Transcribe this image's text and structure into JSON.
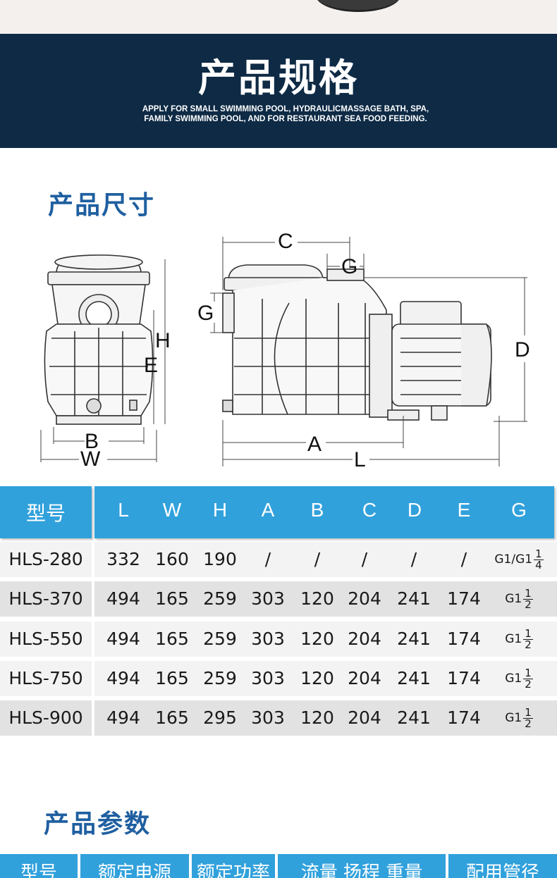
{
  "banner": {
    "title": "产品规格",
    "subtitle": "APPLY FOR SMALL SWIMMING POOL, HYDRAULICMASSAGE BATH, SPA, FAMILY SWIMMING POOL, AND FOR RESTAURANT SEA FOOD FEEDING."
  },
  "dimensions_section": {
    "title": "产品尺寸",
    "front_labels": {
      "h": "H",
      "e": "E",
      "b": "B",
      "w": "W"
    },
    "side_labels": {
      "c": "C",
      "g_top": "G",
      "g_left": "G",
      "d": "D",
      "a": "A",
      "l": "L"
    }
  },
  "spec_table": {
    "model_header": "型号",
    "columns": [
      "L",
      "W",
      "H",
      "A",
      "B",
      "C",
      "D",
      "E",
      "G"
    ],
    "rows": [
      {
        "model": "HLS-280",
        "values": [
          "332",
          "160",
          "190",
          "/",
          "/",
          "/",
          "/",
          "/"
        ],
        "g_prefix": "G1/G1",
        "g_num": "1",
        "g_den": "4"
      },
      {
        "model": "HLS-370",
        "values": [
          "494",
          "165",
          "259",
          "303",
          "120",
          "204",
          "241",
          "174"
        ],
        "g_prefix": "G1",
        "g_num": "1",
        "g_den": "2"
      },
      {
        "model": "HLS-550",
        "values": [
          "494",
          "165",
          "259",
          "303",
          "120",
          "204",
          "241",
          "174"
        ],
        "g_prefix": "G1",
        "g_num": "1",
        "g_den": "2"
      },
      {
        "model": "HLS-750",
        "values": [
          "494",
          "165",
          "259",
          "303",
          "120",
          "204",
          "241",
          "174"
        ],
        "g_prefix": "G1",
        "g_num": "1",
        "g_den": "2"
      },
      {
        "model": "HLS-900",
        "values": [
          "494",
          "165",
          "295",
          "303",
          "120",
          "204",
          "241",
          "174"
        ],
        "g_prefix": "G1",
        "g_num": "1",
        "g_den": "2"
      }
    ]
  },
  "params_section": {
    "title": "产品参数",
    "headers": [
      "型号",
      "额定电源",
      "额定功率",
      "流量  扬程  重量",
      "配用管径"
    ]
  },
  "colors": {
    "banner": "#0e2a45",
    "title_blue": "#1f5fa0",
    "table_header": "#31a1dc"
  }
}
